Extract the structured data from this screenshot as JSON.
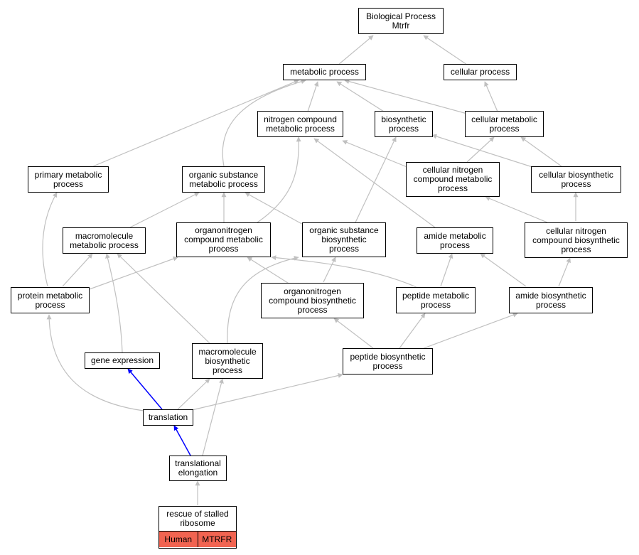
{
  "colors": {
    "edge": "#c0c0c0",
    "highlight_edge": "#0000ff",
    "leaf_fill": "#f26451"
  },
  "nodes": {
    "root": "Biological Process\nMtrfr",
    "metabolic": "metabolic process",
    "cellular": "cellular process",
    "nitrogen_compound": "nitrogen compound\nmetabolic process",
    "biosynthetic": "biosynthetic\nprocess",
    "cellular_metabolic": "cellular metabolic\nprocess",
    "primary_metabolic": "primary metabolic\nprocess",
    "organic_substance_metabolic": "organic substance\nmetabolic process",
    "cellular_nitrogen_metabolic": "cellular nitrogen\ncompound metabolic\nprocess",
    "cellular_biosynthetic": "cellular biosynthetic\nprocess",
    "macromolecule_metabolic": "macromolecule\nmetabolic process",
    "organonitrogen_metabolic": "organonitrogen\ncompound metabolic\nprocess",
    "organic_substance_biosynthetic": "organic substance\nbiosynthetic\nprocess",
    "amide_metabolic": "amide metabolic\nprocess",
    "cellular_nitrogen_biosynthetic": "cellular nitrogen\ncompound biosynthetic\nprocess",
    "protein_metabolic": "protein metabolic\nprocess",
    "organonitrogen_biosynthetic": "organonitrogen\ncompound biosynthetic\nprocess",
    "peptide_metabolic": "peptide metabolic\nprocess",
    "amide_biosynthetic": "amide biosynthetic\nprocess",
    "gene_expression": "gene expression",
    "macromolecule_biosynthetic": "macromolecule\nbiosynthetic\nprocess",
    "peptide_biosynthetic": "peptide biosynthetic\nprocess",
    "translation": "translation",
    "translational_elongation": "translational\nelongation",
    "rescue": "rescue of stalled\nribosome"
  },
  "leaf_cells": {
    "species": "Human",
    "gene": "MTRFR"
  }
}
